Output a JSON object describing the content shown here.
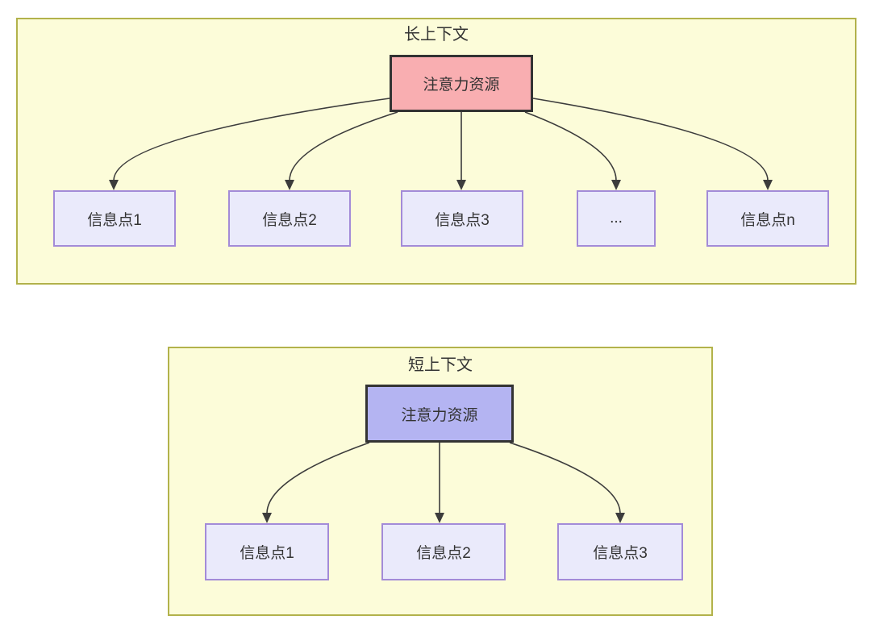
{
  "diagram": {
    "panels": [
      {
        "title": "长上下文",
        "attention": {
          "label": "注意力资源",
          "fill": "#F9AEB1"
        },
        "nodes": [
          {
            "label": "信息点1"
          },
          {
            "label": "信息点2"
          },
          {
            "label": "信息点3"
          },
          {
            "label": "..."
          },
          {
            "label": "信息点n"
          }
        ]
      },
      {
        "title": "短上下文",
        "attention": {
          "label": "注意力资源",
          "fill": "#B4B4F2"
        },
        "nodes": [
          {
            "label": "信息点1"
          },
          {
            "label": "信息点2"
          },
          {
            "label": "信息点3"
          }
        ]
      }
    ],
    "colors": {
      "panel_fill": "#FCFCD9",
      "panel_border": "#B2B24B",
      "attention_long_fill": "#F9AEB1",
      "attention_short_fill": "#B4B4F2",
      "node_fill": "#EAEAFB",
      "node_border": "#A38BD8",
      "edge_line": "#3C3C3C",
      "text": "#333333",
      "page_background": "#FFFFFF"
    }
  }
}
